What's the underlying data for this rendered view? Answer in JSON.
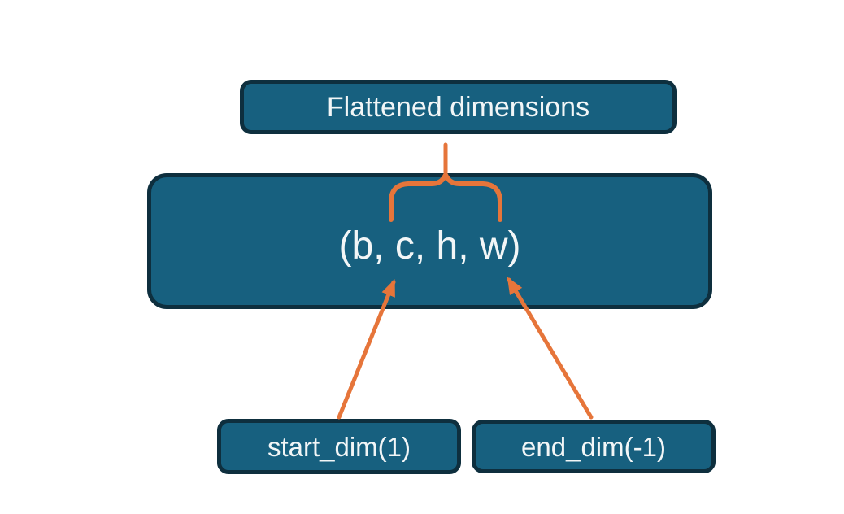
{
  "diagram": {
    "title_box": {
      "label": "Flattened dimensions"
    },
    "tensor_box": {
      "label": "(b, c, h, w)"
    },
    "start_dim_box": {
      "label": "start_dim(1)"
    },
    "end_dim_box": {
      "label": "end_dim(-1)"
    }
  },
  "colors": {
    "box_fill": "#17607F",
    "box_border": "#0E2F3E",
    "arrow_orange": "#E6753A",
    "text": "#F2F6F7",
    "background": "#FFFFFF"
  }
}
